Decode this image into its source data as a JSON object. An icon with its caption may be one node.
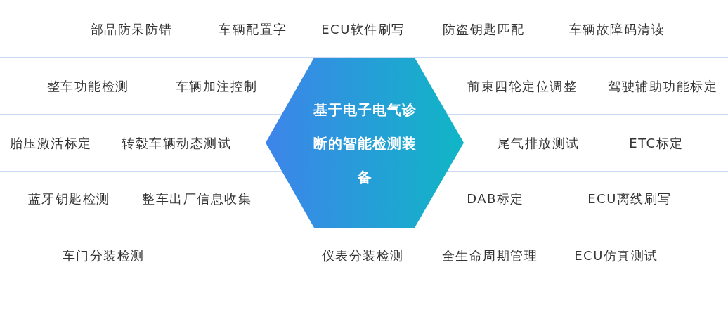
{
  "diagram": {
    "nodes": [
      {
        "text": [
          "基于电子电气诊断的智能检测装备"
        ]
      }
    ],
    "edges": [],
    "labels": [
      "部品防呆防错",
      "车辆配置字",
      "ECU软件刷写",
      "防盗钥匙匹配",
      "车辆故障码清读",
      "整车功能检测",
      "车辆加注控制",
      "前束四轮定位调整",
      "驾驶辅助功能标定",
      "胎压激活标定",
      "转毂车辆动态测试",
      "尾气排放测试",
      "ETC标定",
      "蓝牙钥匙检测",
      "整车出厂信息收集",
      "DAB标定",
      "ECU离线刷写",
      "车门分装检测",
      "仪表分装检测",
      "全生命周期管理",
      "ECU仿真测试"
    ]
  }
}
